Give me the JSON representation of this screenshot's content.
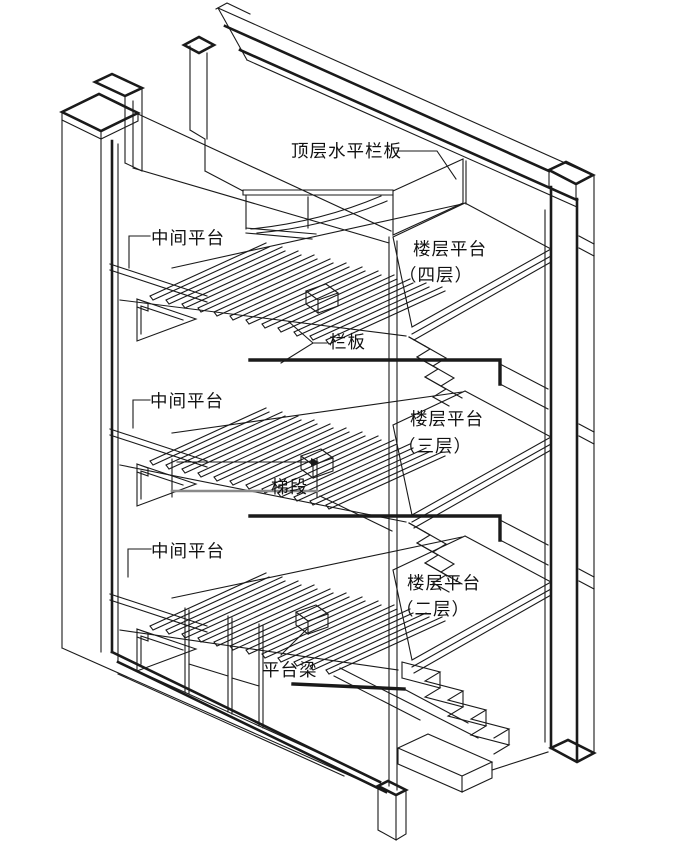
{
  "diagram": {
    "type": "axonometric-stair-construction-drawing",
    "background_color": "#ffffff",
    "line_color": "#1a1a1a",
    "dim_line_color": "#8a8a8a",
    "labels": {
      "top_rail_panel": "顶层水平栏板",
      "intermediate_landing_upper": "中间平台",
      "intermediate_landing_middle": "中间平台",
      "intermediate_landing_lower": "中间平台",
      "floor_platform_4_name": "楼层平台",
      "floor_platform_4_level": "（四层）",
      "railing_panel": "栏板",
      "floor_platform_3_name": "楼层平台",
      "floor_platform_3_level": "（三层）",
      "stair_flight": "梯段",
      "floor_platform_2_name": "楼层平台",
      "floor_platform_2_level": "（二层）",
      "platform_beam": "平台梁"
    }
  }
}
